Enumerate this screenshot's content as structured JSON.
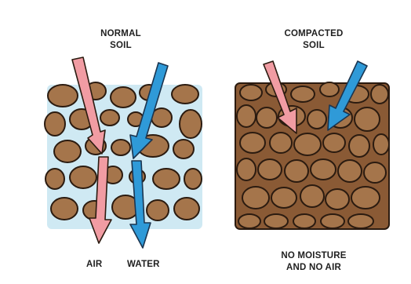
{
  "normal": {
    "title_line1": "NORMAL",
    "title_line2": "SOIL",
    "label_air": "AIR",
    "label_water": "WATER"
  },
  "compacted": {
    "title_line1": "COMPACTED",
    "title_line2": "SOIL",
    "label_bottom_line1": "NO MOISTURE",
    "label_bottom_line2": "AND NO AIR"
  },
  "colors": {
    "rock": "#a5754b",
    "rock_outline": "#2b1b10",
    "water_background": "#cfe9f3",
    "compact_background": "#8a5a35",
    "air_arrow": "#f19ca3",
    "water_arrow": "#2f9ad8"
  },
  "icons": [
    "air-arrow",
    "water-arrow"
  ]
}
